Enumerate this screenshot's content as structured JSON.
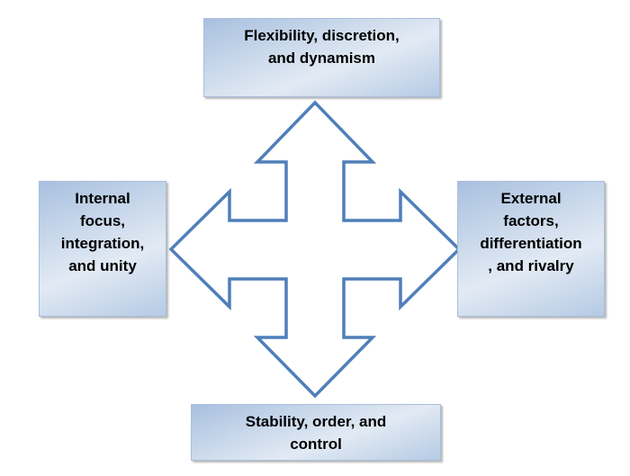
{
  "boxes": {
    "top": {
      "lines": [
        "Flexibility, discretion,",
        "and dynamism"
      ]
    },
    "left": {
      "lines": [
        "Internal",
        "focus,",
        "integration,",
        "and unity"
      ]
    },
    "right": {
      "lines": [
        "External",
        "factors,",
        "differentiation",
        ", and rivalry"
      ]
    },
    "bottom": {
      "lines": [
        "Stability, order, and",
        "control"
      ]
    }
  },
  "colors": {
    "arrow_stroke": "#4f7fba",
    "box_fill": "#c9d8eb"
  }
}
